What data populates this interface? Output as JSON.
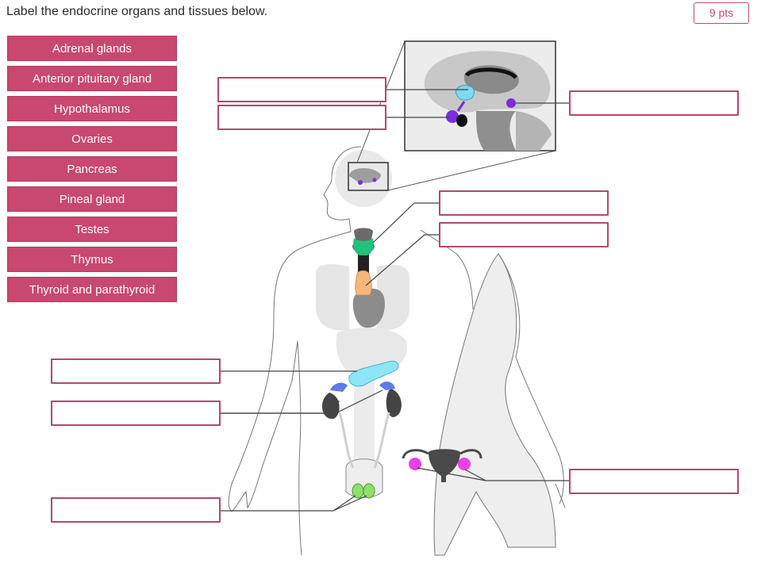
{
  "question": "Label the endocrine organs and tissues below.",
  "points": "9 pts",
  "answer_bank": [
    "Adrenal glands",
    "Anterior pituitary gland",
    "Hypothalamus",
    "Ovaries",
    "Pancreas",
    "Pineal gland",
    "Testes",
    "Thymus",
    "Thyroid and parathyroid"
  ],
  "drop_targets": [
    {
      "id": "target-brain-upper",
      "value": ""
    },
    {
      "id": "target-brain-lower",
      "value": ""
    },
    {
      "id": "target-pineal",
      "value": ""
    },
    {
      "id": "target-thyroid",
      "value": ""
    },
    {
      "id": "target-thymus",
      "value": ""
    },
    {
      "id": "target-pancreas",
      "value": ""
    },
    {
      "id": "target-adrenal",
      "value": ""
    },
    {
      "id": "target-testes",
      "value": ""
    },
    {
      "id": "target-ovaries",
      "value": ""
    }
  ],
  "colors": {
    "accent": "#c8486f",
    "box_border": "#b04a71",
    "hypothalamus": "#7fd9f3",
    "pituitary": "#7a2ce0",
    "thyroid": "#22c27a",
    "thymus": "#f5b87a",
    "pancreas": "#8de6f7",
    "adrenal": "#5f7be6",
    "testes": "#8fe06a",
    "ovaries": "#ee3fe6"
  }
}
